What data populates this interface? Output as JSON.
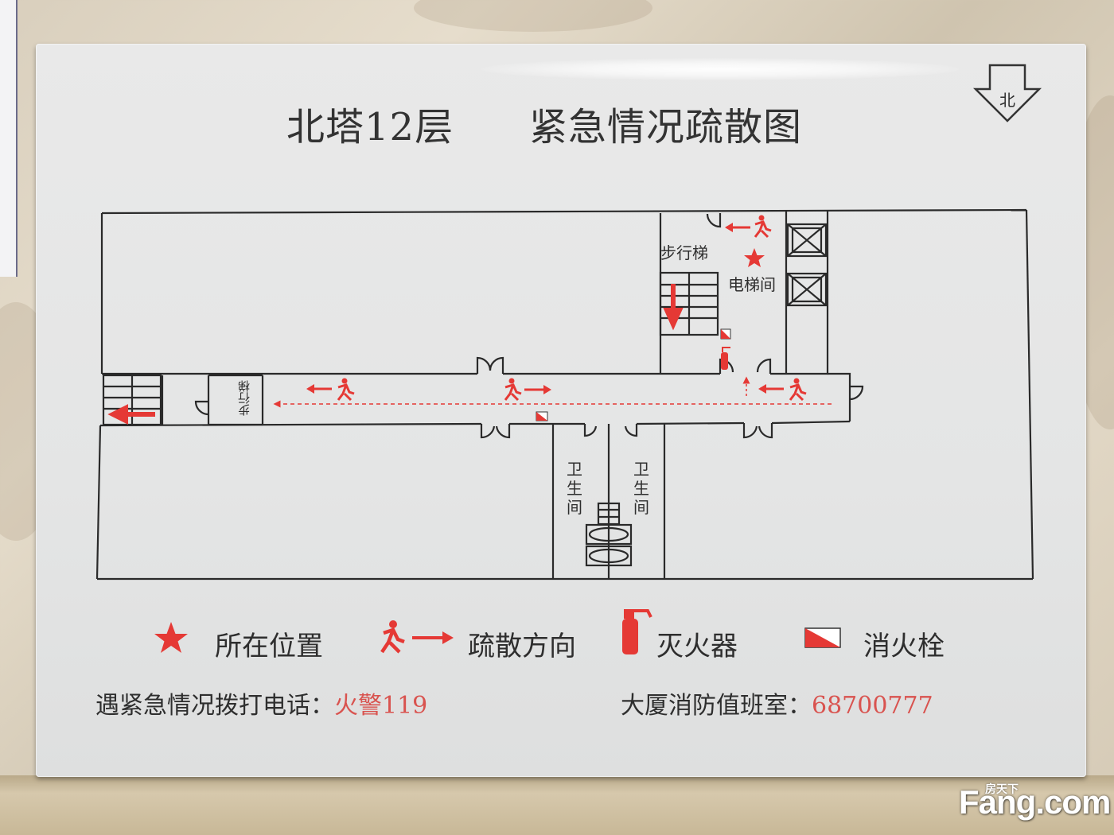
{
  "title": {
    "building": "北塔12层",
    "name": "紧急情况疏散图"
  },
  "compass": {
    "label": "北"
  },
  "rooms": {
    "stairs_top": "步行梯",
    "elevator_hall": "电梯间",
    "stairs_left": "步行梯",
    "restroom_left": "卫生间",
    "restroom_right": "卫生间"
  },
  "legend": [
    {
      "icon": "star-icon",
      "label": "所在位置"
    },
    {
      "icon": "evacuation-runner-icon",
      "label": "疏散方向"
    },
    {
      "icon": "fire-extinguisher-icon",
      "label": "灭火器"
    },
    {
      "icon": "fire-hydrant-icon",
      "label": "消火栓"
    }
  ],
  "footer": {
    "emergency_prefix": "遇紧急情况拨打电话：",
    "emergency_number": "火警119",
    "control_prefix": "大厦消防值班室：",
    "control_number": "68700777"
  },
  "watermark": {
    "brand": "Fang.com",
    "chinese": "房天下"
  },
  "colors": {
    "accent_red": "#e53935",
    "line": "#2a2a2a",
    "board": "#e6e6e6"
  }
}
